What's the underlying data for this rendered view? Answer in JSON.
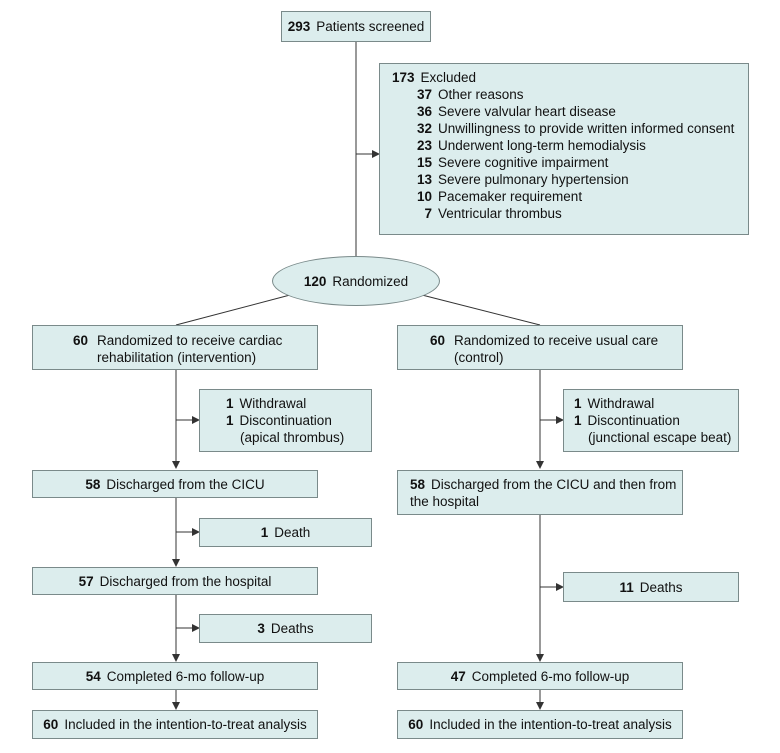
{
  "screened": {
    "n": "293",
    "label": "Patients screened"
  },
  "excluded": {
    "n": "173",
    "label": "Excluded",
    "reasons": [
      {
        "n": "37",
        "label": "Other reasons"
      },
      {
        "n": "36",
        "label": "Severe valvular heart disease"
      },
      {
        "n": "32",
        "label": "Unwillingness to provide written informed consent"
      },
      {
        "n": "23",
        "label": "Underwent long-term hemodialysis"
      },
      {
        "n": "15",
        "label": "Severe cognitive impairment"
      },
      {
        "n": "13",
        "label": "Severe pulmonary hypertension"
      },
      {
        "n": "10",
        "label": "Pacemaker requirement"
      },
      {
        "n": "7",
        "label": "Ventricular thrombus"
      }
    ]
  },
  "randomized": {
    "n": "120",
    "label": "Randomized"
  },
  "left": {
    "group": {
      "n": "60",
      "line1": "Randomized to receive cardiac",
      "line2": "rehabilitation (intervention)"
    },
    "withdrawal": {
      "n": "1",
      "label": "Withdrawal"
    },
    "discontinuation": {
      "n": "1",
      "label": "Discontinuation",
      "detail": "(apical thrombus)"
    },
    "discharged_cicu": {
      "n": "58",
      "label": "Discharged from the CICU"
    },
    "death": {
      "n": "1",
      "label": "Death"
    },
    "discharged_hospital": {
      "n": "57",
      "label": "Discharged from the hospital"
    },
    "deaths": {
      "n": "3",
      "label": "Deaths"
    },
    "followup": {
      "n": "54",
      "label": "Completed 6-mo follow-up"
    },
    "itt": {
      "n": "60",
      "label": "Included in the intention-to-treat analysis"
    }
  },
  "right": {
    "group": {
      "n": "60",
      "line1": "Randomized to receive usual care",
      "line2": "(control)"
    },
    "withdrawal": {
      "n": "1",
      "label": "Withdrawal"
    },
    "discontinuation": {
      "n": "1",
      "label": "Discontinuation",
      "detail": "(junctional escape beat)"
    },
    "discharged": {
      "n": "58",
      "line1": "Discharged from the CICU and then from",
      "line2": "the hospital"
    },
    "deaths": {
      "n": "11",
      "label": "Deaths"
    },
    "followup": {
      "n": "47",
      "label": "Completed 6-mo follow-up"
    },
    "itt": {
      "n": "60",
      "label": "Included in the intention-to-treat analysis"
    }
  }
}
